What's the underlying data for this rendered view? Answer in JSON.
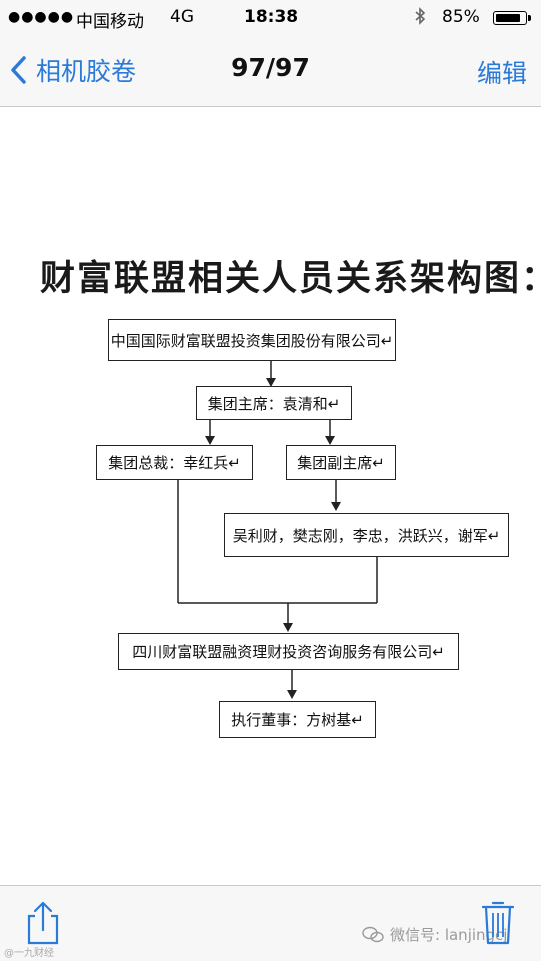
{
  "status_bar": {
    "signal": "●●●●●",
    "carrier": "中国移动",
    "network": "4G",
    "time": "18:38",
    "bluetooth_icon": "bluetooth-icon",
    "battery_percent": "85%",
    "battery_level": 0.85
  },
  "nav": {
    "back_label": "相机胶卷",
    "counter": "97/97",
    "edit_label": "编辑"
  },
  "document": {
    "title": "财富联盟相关人员关系架构图：",
    "boxes": {
      "company": "中国国际财富联盟投资集团股份有限公司↵",
      "chairman": "集团主席：袁清和↵",
      "president": "集团总裁：幸红兵↵",
      "vice_chairman": "集团副主席↵",
      "vice_names": "吴利财，樊志刚，李忠，洪跃兴，谢军↵",
      "sichuan": "四川财富联盟融资理财投资咨询服务有限公司↵",
      "director": "执行董事：方树基↵"
    }
  },
  "toolbar": {
    "watermark": "微信号: lanjingcj",
    "corner_mark": "@一九财经",
    "share_icon": "share-icon",
    "trash_icon": "trash-icon",
    "accent": "#2a7ad8"
  }
}
